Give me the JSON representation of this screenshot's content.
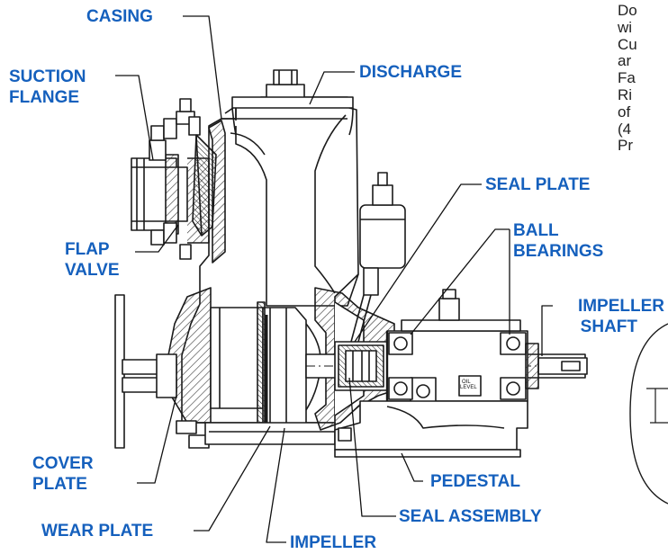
{
  "labels": {
    "casing": "CASING",
    "suction_flange": [
      "SUCTION",
      "FLANGE"
    ],
    "discharge": "DISCHARGE",
    "seal_plate": "SEAL PLATE",
    "flap_valve": [
      "FLAP",
      "VALVE"
    ],
    "ball_bearings": [
      "BALL",
      "BEARINGS"
    ],
    "impeller_shaft": [
      "IMPELLER",
      "SHAFT"
    ],
    "cover_plate": [
      "COVER",
      "PLATE"
    ],
    "pedestal": "PEDESTAL",
    "wear_plate": "WEAR PLATE",
    "seal_assembly": "SEAL ASSEMBLY",
    "impeller": "IMPELLER"
  },
  "oil_level_marker": [
    "OIL",
    "LEVEL"
  ],
  "side_note_lines": [
    "Do",
    "wi",
    "Cu",
    "ar",
    "Fa",
    "Ri",
    "of",
    "(4",
    "Pr"
  ],
  "colors": {
    "label": "#1560bd",
    "outline": "#1a1a1a",
    "hatch": "#333333",
    "leader": "#111111"
  }
}
